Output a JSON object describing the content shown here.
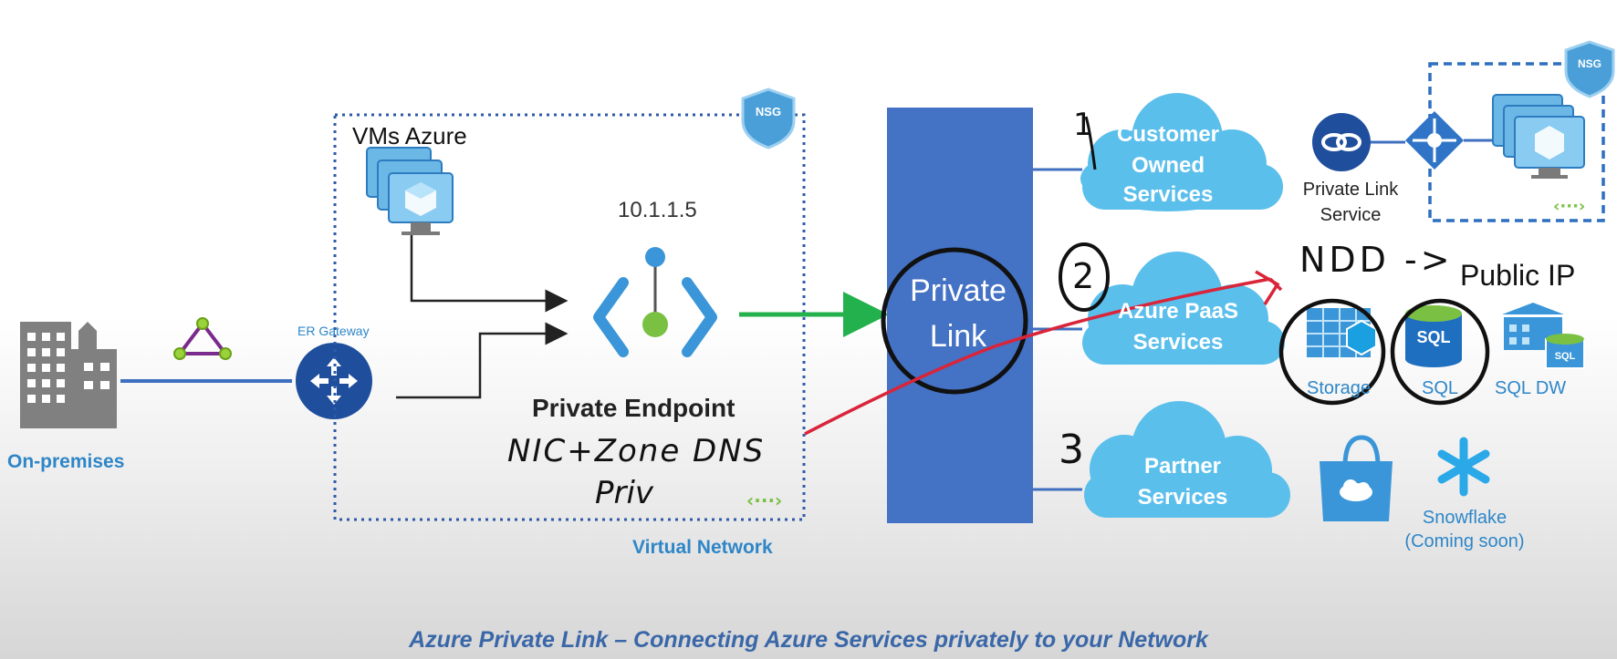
{
  "labels": {
    "vms_azure": "VMs Azure",
    "ip_address": "10.1.1.5",
    "er_gateway": "ER Gateway",
    "on_premises": "On-premises",
    "private_endpoint": "Private Endpoint",
    "virtual_network": "Virtual Network",
    "private_link": [
      "Private",
      "Link"
    ],
    "customer_owned": [
      "Customer",
      "Owned",
      "Services"
    ],
    "azure_paas": [
      "Azure PaaS",
      "Services"
    ],
    "partner": [
      "Partner",
      "Services"
    ],
    "private_link_service": [
      "Private Link",
      "Service"
    ],
    "public_ip": "Public IP",
    "storage": "Storage",
    "sql": "SQL",
    "sql_dw": "SQL DW",
    "snowflake": [
      "Snowflake",
      "(Coming soon)"
    ],
    "nsg": "NSG",
    "sql_icon": "SQL",
    "caption": "Azure Private Link – Connecting Azure Services privately to your Network"
  },
  "annotations": {
    "num_1": "1",
    "num_2": "2",
    "num_3": "3",
    "nic_line": "NIC+Zone DNS",
    "priv_line": "Priv",
    "ndd": "NDD ->"
  },
  "colors": {
    "dark_blue": "#1f4e9c",
    "light_blue": "#3da0dc",
    "cloud": "#5bbfec",
    "bar": "#4472c4",
    "green": "#22b14c",
    "red": "#d9253a"
  }
}
